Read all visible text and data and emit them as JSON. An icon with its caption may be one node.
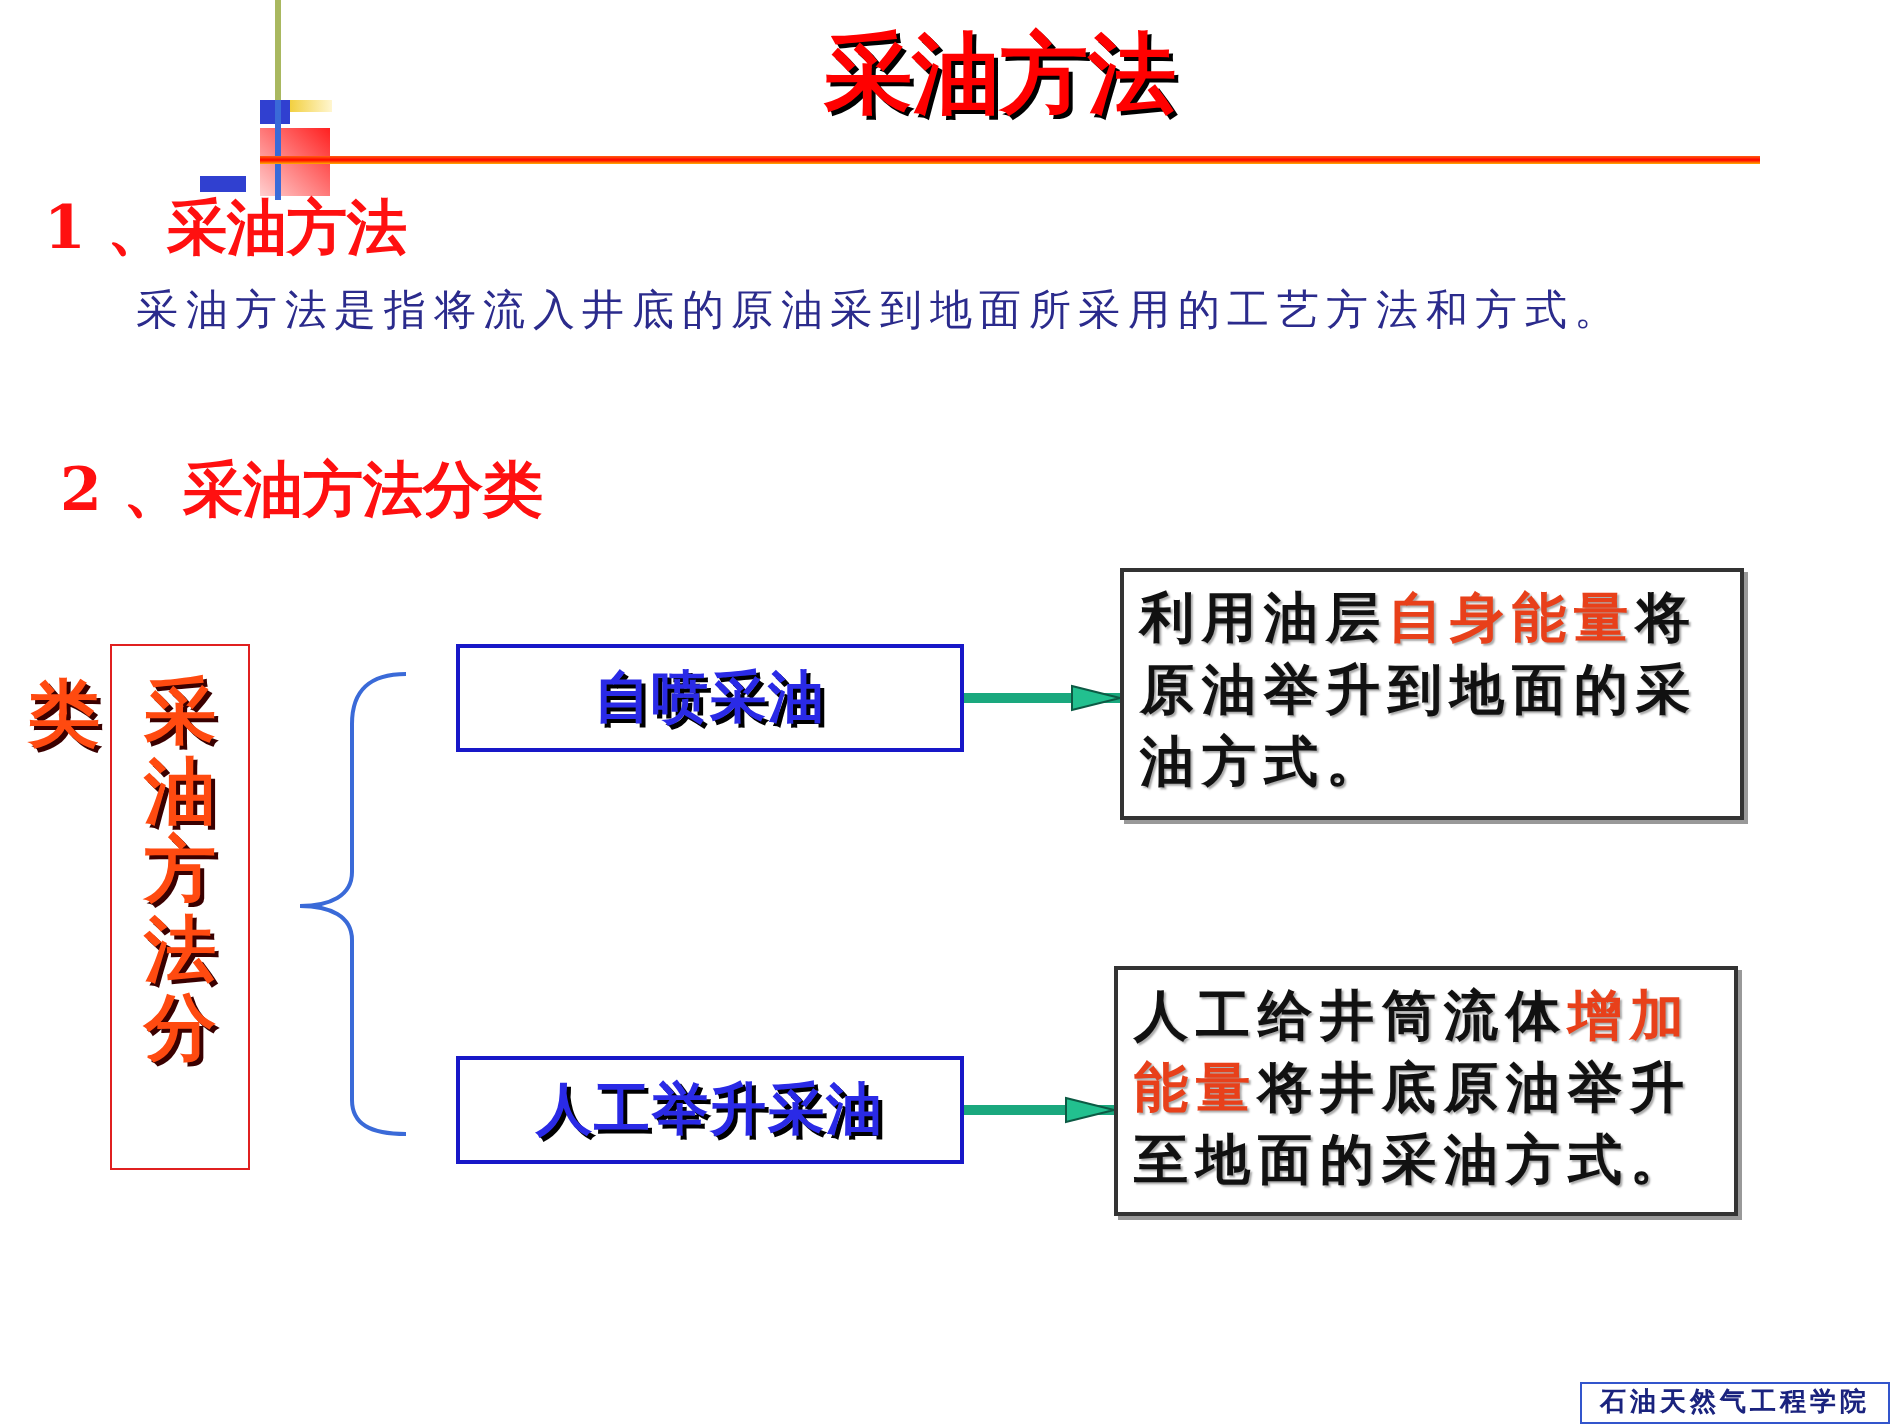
{
  "diagram": {
    "title": "采油方法",
    "nodes": [
      {
        "text": [
          "采油方法分"
        ],
        "beside": [
          "类"
        ]
      },
      {
        "text": [
          "自喷采油"
        ]
      },
      {
        "text": [
          "人工举升采油"
        ]
      },
      {
        "text": [
          "利用油层**自身能量**将原油举升到地面的采油方式。"
        ]
      },
      {
        "text": [
          "人工给井筒流体**增加能量**将井底原油举升至地面的采油方式。"
        ]
      },
      {
        "text": [
          "石油天然气工程学院"
        ]
      }
    ],
    "edges": [
      {
        "from": 1,
        "to": 3,
        "arrow": "to"
      },
      {
        "from": 2,
        "to": 4,
        "arrow": "to"
      }
    ],
    "labels": [
      "1 、采油方法",
      "采油方法是指将流入井底的原油采到地面所采用的工艺方法和方式。",
      "2 、采油方法分类"
    ]
  }
}
